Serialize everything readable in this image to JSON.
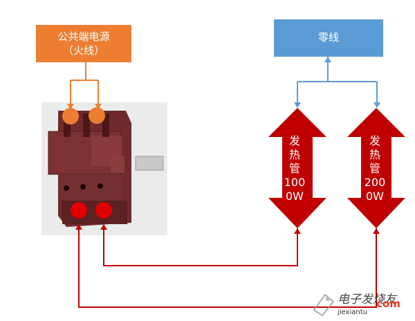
{
  "source": {
    "line1": "公共端电源",
    "line2": "（火线）"
  },
  "neutral": {
    "label": "零线"
  },
  "heaters": [
    {
      "lines": [
        "发",
        "热",
        "管",
        "100",
        "0W"
      ]
    },
    {
      "lines": [
        "发",
        "热",
        "管",
        "200",
        "0W"
      ]
    }
  ],
  "watermark": {
    "brand": "电子发烧友",
    "dot": "com",
    "url": "jiexiantu"
  },
  "colors": {
    "source": "#ED7D31",
    "neutral": "#5B9BD5",
    "heater": "#C00000",
    "live_wire": "#ED7D31",
    "neutral_wire": "#5B9BD5",
    "return_wire": "#C00000",
    "terminal_live": "#ED7D31",
    "terminal_heater": "#E00000"
  }
}
